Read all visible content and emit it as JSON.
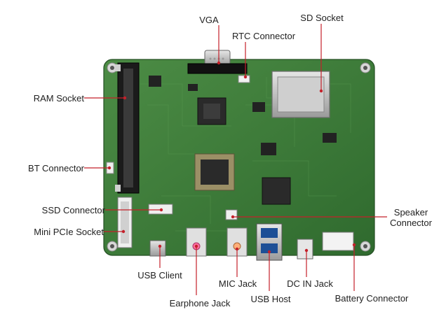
{
  "labels": {
    "vga": "VGA",
    "sd_socket": "SD Socket",
    "rtc_connector": "RTC Connector",
    "ram_socket": "RAM Socket",
    "bt_connector": "BT Connector",
    "ssd_connector": "SSD Connector",
    "mini_pcie_socket": "Mini PCIe Socket",
    "speaker_connector": "Speaker\nConnector",
    "usb_client": "USB Client",
    "earphone_jack": "Earphone Jack",
    "mic_jack": "MIC Jack",
    "usb_host": "USB Host",
    "dc_in_jack": "DC IN Jack",
    "battery_connector": "Battery Connector"
  },
  "colors": {
    "pcb": "#3f7f3a",
    "pcb_dark": "#2d5f2b",
    "leader": "#c4202a",
    "label_text": "#222222"
  }
}
